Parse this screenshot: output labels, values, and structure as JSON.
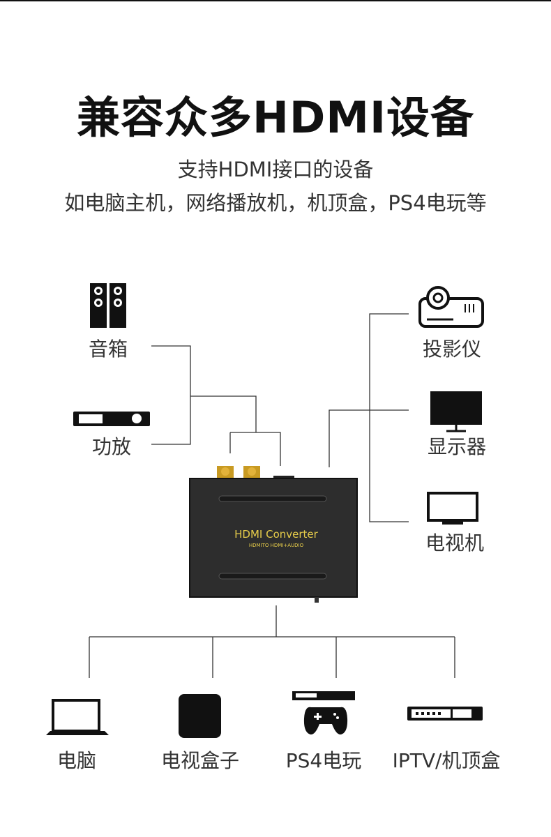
{
  "header": {
    "title": "兼容众多HDMI设备",
    "subtitle_line1": "支持HDMI接口的设备",
    "subtitle_line2": "如电脑主机，网络播放机，机顶盒，PS4电玩等"
  },
  "device": {
    "brand": "HDMI Converter",
    "model": "HDMITO HDMI+AUDIO"
  },
  "inputs_audio": [
    {
      "label": "音箱",
      "icon": "speaker-icon"
    },
    {
      "label": "功放",
      "icon": "amplifier-icon"
    }
  ],
  "outputs_display": [
    {
      "label": "投影仪",
      "icon": "projector-icon"
    },
    {
      "label": "显示器",
      "icon": "monitor-icon"
    },
    {
      "label": "电视机",
      "icon": "tv-icon"
    }
  ],
  "sources": [
    {
      "label": "电脑",
      "icon": "laptop-icon"
    },
    {
      "label": "电视盒子",
      "icon": "tv-box-icon"
    },
    {
      "label": "PS4电玩",
      "icon": "gamepad-icon"
    },
    {
      "label": "IPTV/机顶盒",
      "icon": "set-top-box-icon"
    }
  ]
}
